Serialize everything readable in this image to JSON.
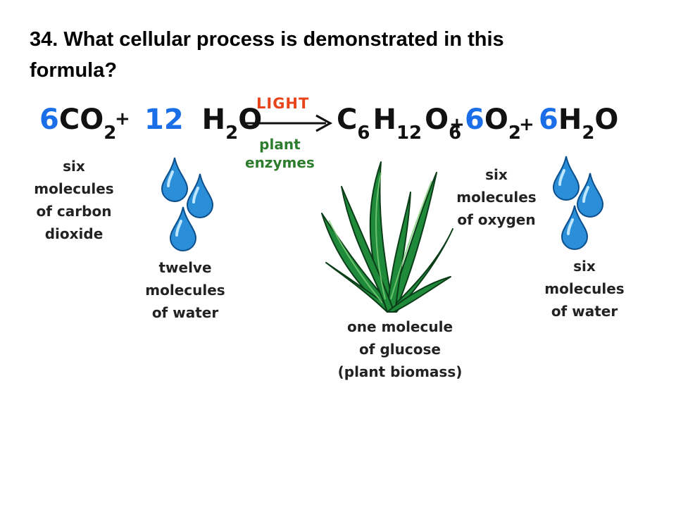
{
  "question": "34. What cellular process is demonstrated in this formula?",
  "equation": {
    "co2_coef": "6",
    "co2_base": "CO",
    "co2_sub": "2",
    "plus": "+",
    "h2o_coef": "12",
    "h2o_h": "H",
    "h2o_sub": "2",
    "h2o_o": "O",
    "arrow_top": "LIGHT",
    "arrow_bottom_1": "plant",
    "arrow_bottom_2": "enzymes",
    "gluc_c": "C",
    "gluc_c_sub": "6",
    "gluc_h": "H",
    "gluc_h_sub": "12",
    "gluc_o": "O",
    "gluc_o_sub": "6",
    "o2_coef": "6",
    "o2_base": "O",
    "o2_sub": "2",
    "h2o2_coef": "6",
    "h2o2_h": "H",
    "h2o2_sub": "2",
    "h2o2_o": "O"
  },
  "labels": {
    "co2": [
      "six",
      "molecules",
      "of carbon",
      "dioxide"
    ],
    "water_in": [
      "twelve",
      "molecules",
      "of water"
    ],
    "glucose": [
      "one molecule",
      "of glucose",
      "(plant biomass)"
    ],
    "oxygen": [
      "six",
      "molecules",
      "of oxygen"
    ],
    "water_out": [
      "six",
      "molecules",
      "of water"
    ]
  },
  "colors": {
    "coefficient": "#1a6fe8",
    "light": "#e8441c",
    "enzymes": "#2e7d2e",
    "plant": "#1e8a3a",
    "drop": "#2a8fd8"
  }
}
